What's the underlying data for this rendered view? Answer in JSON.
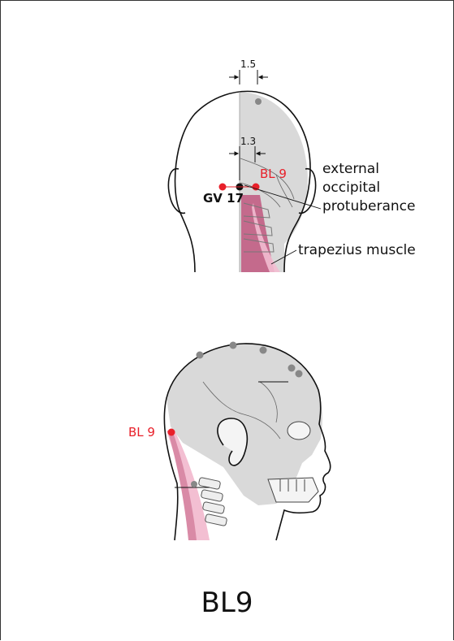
{
  "colors": {
    "acupoint": "#e8202a",
    "muscle": "#d98aa6",
    "muscle_fill": "#c0567e",
    "bone": "#d9d9d9",
    "line": "#111111",
    "marker": "#888888"
  },
  "back_view": {
    "dim_top": "1.5",
    "dim_mid": "1.3",
    "point_bl9": "BL 9",
    "point_gv17": "GV 17",
    "label_eop_line1": "external",
    "label_eop_line2": "occipital",
    "label_eop_line3": "protuberance",
    "label_trapezius": "trapezius muscle"
  },
  "side_view": {
    "point_bl9": "BL 9"
  },
  "caption": "BL9"
}
